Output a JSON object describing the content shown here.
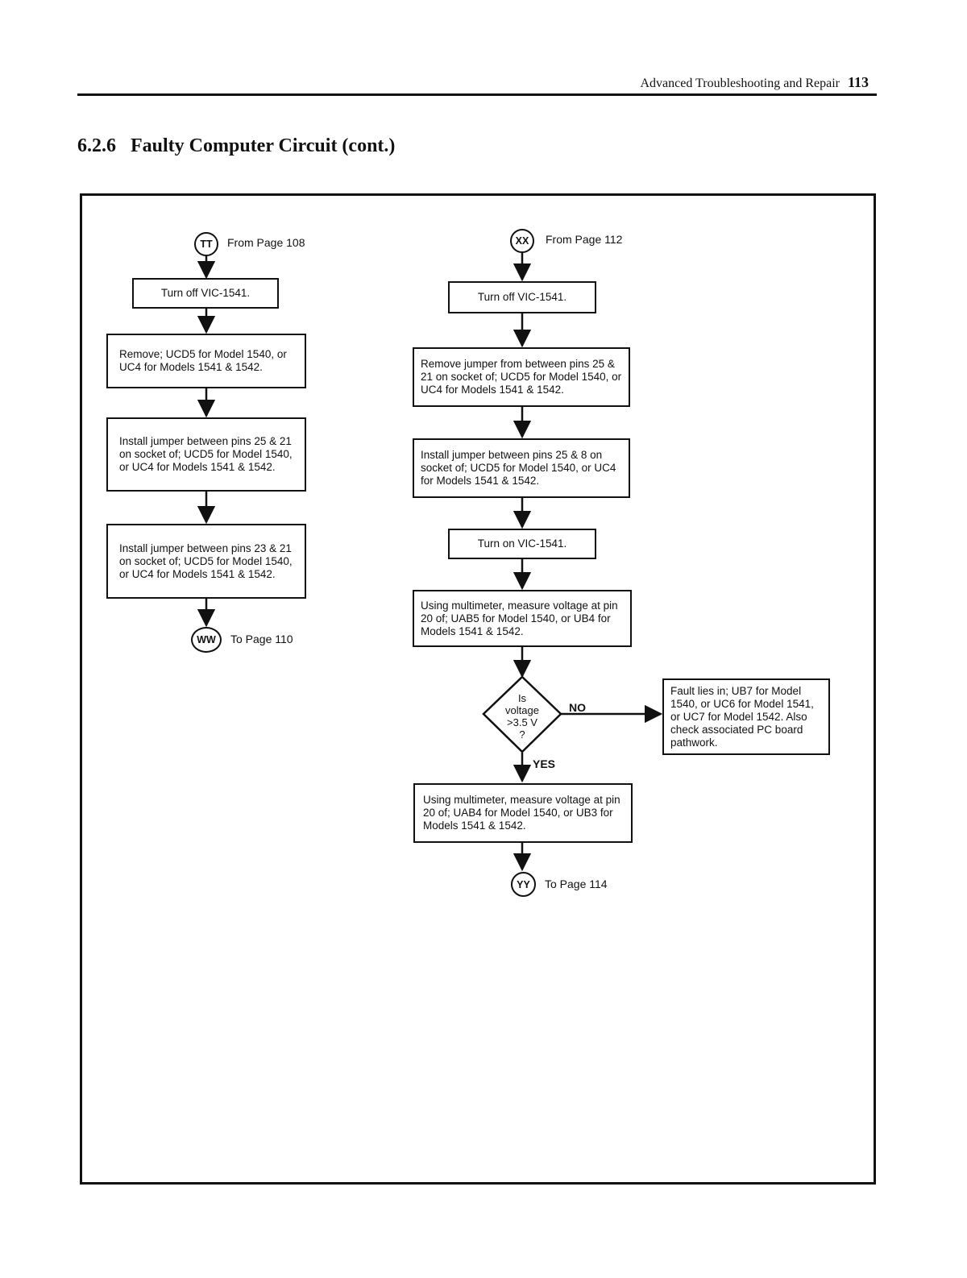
{
  "header": {
    "running_title": "Advanced Troubleshooting and Repair",
    "page_number": "113"
  },
  "section": {
    "number": "6.2.6",
    "title": "Faulty Computer Circuit (cont.)"
  },
  "left_flow": {
    "start": {
      "id": "TT",
      "label": "From Page 108"
    },
    "steps": [
      "Turn off VIC-1541.",
      "Remove; UCD5 for Model 1540, or UC4 for Models 1541 & 1542.",
      "Install jumper  between pins 25 & 21 on socket of; UCD5 for Model 1540, or UC4 for Models 1541 & 1542.",
      "Install jumper between pins 23 & 21 on socket of; UCD5 for Model 1540, or UC4 for Models 1541 & 1542."
    ],
    "end": {
      "id": "WW",
      "label": "To Page 110"
    }
  },
  "right_flow": {
    "start": {
      "id": "XX",
      "label": "From Page 112"
    },
    "steps": [
      "Turn off VIC-1541.",
      "Remove jumper from between pins 25 & 21 on socket of; UCD5  for Model 1540, or UC4 for Models 1541 & 1542.",
      "Install jumper between pins 25 & 8 on socket of; UCD5 for Model 1540, or UC4 for Models 1541 & 1542.",
      "Turn on VIC-1541.",
      "Using multimeter, measure voltage at pin 20 of; UAB5 for Model 1540, or UB4 for Models 1541 & 1542."
    ],
    "decision": {
      "lines": [
        "Is",
        "voltage",
        ">3.5 V",
        "?"
      ],
      "no_label": "NO",
      "yes_label": "YES"
    },
    "no_result": "Fault lies in; UB7 for Model 1540, or UC6 for Model 1541, or UC7 for Model 1542. Also check associated PC board pathwork.",
    "yes_step": "Using multimeter, measure voltage at pin 20 of; UAB4 for  Model 1540, or UB3 for Models 1541 & 1542.",
    "end": {
      "id": "YY",
      "label": "To Page 114"
    }
  }
}
